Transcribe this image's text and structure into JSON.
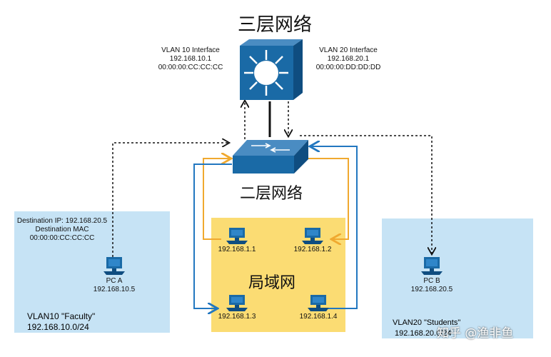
{
  "titles": {
    "l3": "三层网络",
    "l2": "二层网络",
    "lan": "局域网"
  },
  "l3_switch": {
    "vlan10": {
      "name": "VLAN 10 Interface",
      "ip": "192.168.10.1",
      "mac": "00:00:00:CC:CC:CC"
    },
    "vlan20": {
      "name": "VLAN 20 Interface",
      "ip": "192.168.20.1",
      "mac": "00:00:00:DD:DD:DD"
    }
  },
  "left_zone": {
    "dest_ip": "Destination IP: 192.168.20.5",
    "dest_mac_label": "Destination MAC",
    "dest_mac": "00:00:00:CC:CC:CC",
    "pc_name": "PC A",
    "pc_ip": "192.168.10.5",
    "vlan_name": "VLAN10 \"Faculty\"",
    "subnet": "192.168.10.0/24"
  },
  "right_zone": {
    "pc_name": "PC B",
    "pc_ip": "192.168.20.5",
    "vlan_name": "VLAN20 \"Students\"",
    "subnet": "192.168.20.0/24"
  },
  "lan_hosts": [
    "192.168.1.1",
    "192.168.1.2",
    "192.168.1.3",
    "192.168.1.4"
  ],
  "watermark": "知乎 @渔非鱼",
  "colors": {
    "blue_zone": "#c6e3f5",
    "yellow_zone": "#fbdc73",
    "switch": "#1a6aa6",
    "link_orange": "#f0a92f",
    "link_blue": "#2277c0"
  }
}
